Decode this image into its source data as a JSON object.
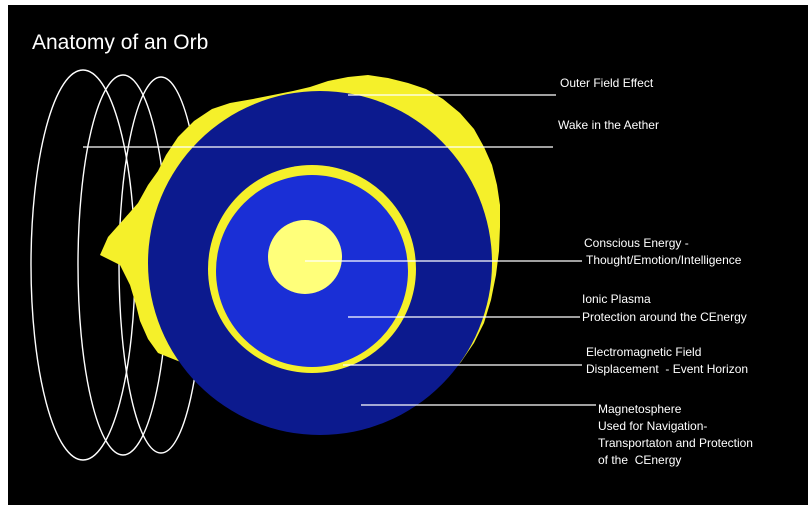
{
  "title": "Anatomy of an Orb",
  "labels": {
    "outer_field": "Outer Field Effect",
    "wake": "Wake in the Aether",
    "conscious_1": "Conscious Energy -",
    "conscious_2": "Thought/Emotion/Intelligence",
    "ionic_1": "Ionic Plasma",
    "ionic_2": "Protection around the CEnergy",
    "em_1": "Electromagnetic Field",
    "em_2": "Displacement  - Event Horizon",
    "magneto_1": "Magnetosphere",
    "magneto_2": "Used for Navigation-",
    "magneto_3": "Transportaton and Protection",
    "magneto_4": "of the  CEnergy"
  },
  "colors": {
    "background": "#000000",
    "outer_field": "#f5f02a",
    "plasma": "#0c1a8e",
    "event_horizon": "#f5f02a",
    "inner_plasma": "#1a2fd6",
    "core": "#ffff7a",
    "lines": "#ffffff"
  }
}
